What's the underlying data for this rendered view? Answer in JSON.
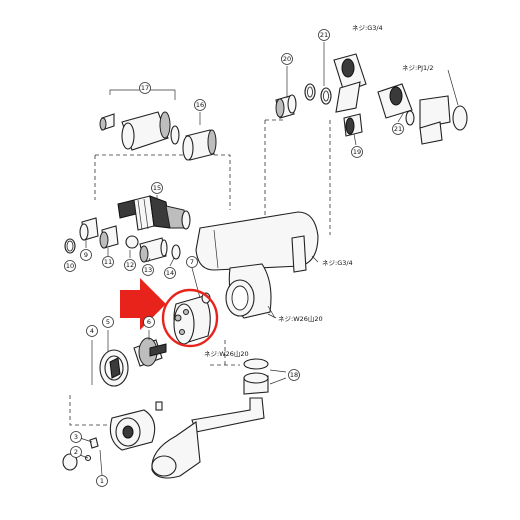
{
  "callouts": [
    {
      "id": "1",
      "label": "1"
    },
    {
      "id": "2",
      "label": "2"
    },
    {
      "id": "3",
      "label": "3"
    },
    {
      "id": "4",
      "label": "4"
    },
    {
      "id": "5",
      "label": "5"
    },
    {
      "id": "6",
      "label": "6"
    },
    {
      "id": "7",
      "label": "7"
    },
    {
      "id": "9",
      "label": "9"
    },
    {
      "id": "10",
      "label": "10"
    },
    {
      "id": "11",
      "label": "11"
    },
    {
      "id": "12",
      "label": "12"
    },
    {
      "id": "13",
      "label": "13"
    },
    {
      "id": "14",
      "label": "14"
    },
    {
      "id": "15",
      "label": "15"
    },
    {
      "id": "16",
      "label": "16"
    },
    {
      "id": "17",
      "label": "17"
    },
    {
      "id": "18",
      "label": "18"
    },
    {
      "id": "19",
      "label": "19"
    },
    {
      "id": "20",
      "label": "20"
    },
    {
      "id": "21a",
      "label": "21"
    },
    {
      "id": "21b",
      "label": "21"
    }
  ],
  "thread_labels": {
    "g34_top": "ネジ:G3/4",
    "pj12": "ネジ:PJ1/2",
    "g34_body": "ネジ:G3/4",
    "w26_body": "ネジ:W26山20",
    "w26_spout": "ネジ:W26山20"
  },
  "highlight": {
    "arrow_color": "#e8231c",
    "circle_color": "#e8231c"
  }
}
